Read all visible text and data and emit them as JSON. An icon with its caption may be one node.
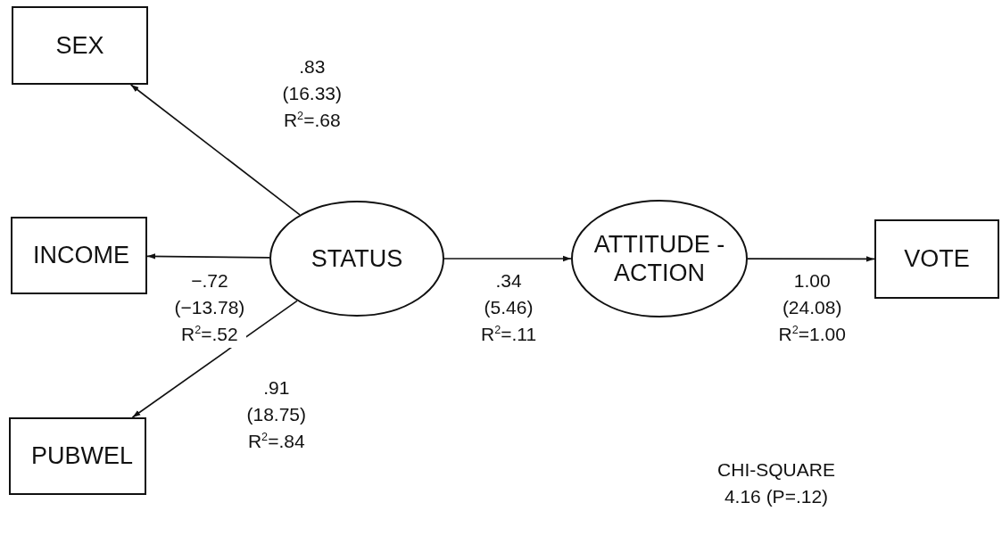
{
  "diagram": {
    "nodes": [
      {
        "text": [
          "SEX"
        ]
      },
      {
        "text": [
          "INCOME"
        ]
      },
      {
        "text": [
          "PUBWEL"
        ]
      },
      {
        "text": [
          "STATUS"
        ]
      },
      {
        "text": [
          "ATTITUDE -ACTION"
        ]
      },
      {
        "text": [
          "VOTE"
        ]
      }
    ],
    "edges": [
      {
        "from": 3,
        "to": 0,
        "arrow": "to",
        "label": ".83 (16.33) R$^{2}$=.68"
      },
      {
        "from": 3,
        "to": 1,
        "arrow": "to",
        "label": "−.72 (−13.78) R$^{2}$=.52"
      },
      {
        "from": 3,
        "to": 2,
        "arrow": "to",
        "label": ".91 (18.75) R$^{2}$=.84"
      },
      {
        "from": 3,
        "to": 4,
        "arrow": "to",
        "label": ".34 (5.46) R$^{2}$=.11"
      },
      {
        "from": 4,
        "to": 5,
        "arrow": "to",
        "label": "1.00 (24.08) R$^{2}$=1.00"
      }
    ],
    "labels": [
      "CHI-SQUARE 4.16 (P=.12)"
    ]
  }
}
